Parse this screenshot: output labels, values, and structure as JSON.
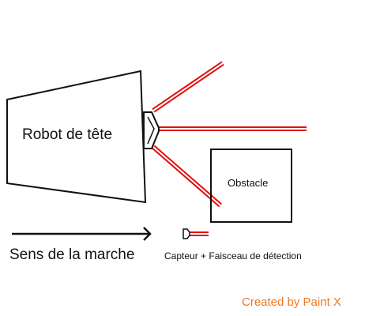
{
  "labels": {
    "robot": "Robot de tête",
    "obstacle": "Obstacle",
    "direction": "Sens de la marche",
    "legend": "Capteur + Faisceau de détection",
    "credit": "Created by Paint X"
  },
  "colors": {
    "line": "#111111",
    "beam": "#e01010",
    "credit": "#f07820",
    "background": "#ffffff"
  }
}
